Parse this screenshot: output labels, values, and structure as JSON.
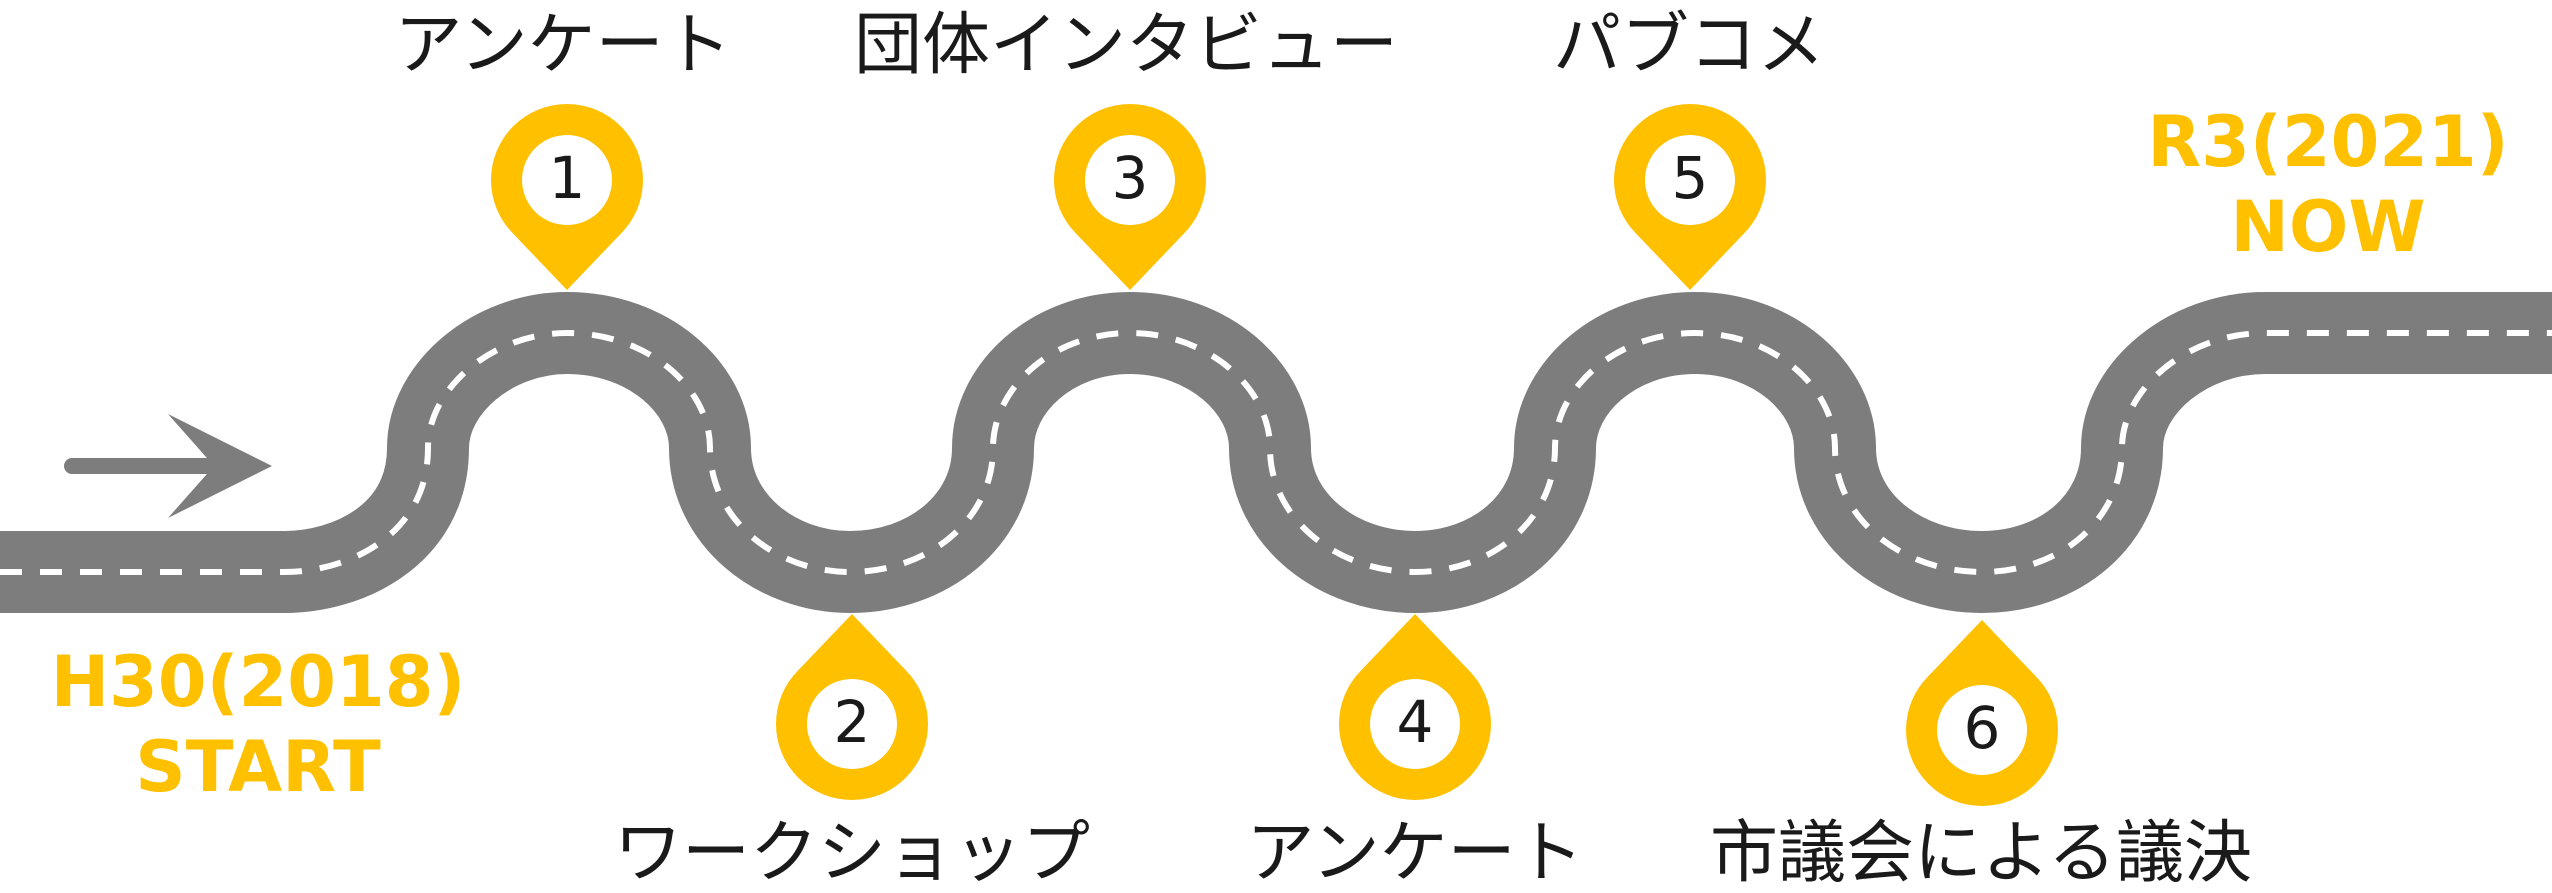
{
  "colors": {
    "road": "#7d7d7d",
    "lane_marking": "#ffffff",
    "pin": "#ffc000",
    "pin_inner": "#ffffff",
    "pin_number": "#1a1a1a",
    "arrow": "#7d7d7d",
    "label": "#1a1a1a",
    "endpoint_label": "#ffc000"
  },
  "start": {
    "era": "H30(2018)",
    "status": "START"
  },
  "end": {
    "era": "R3(2021)",
    "status": "NOW"
  },
  "steps": [
    {
      "number": "1",
      "label": "アンケート"
    },
    {
      "number": "2",
      "label": "ワークショップ"
    },
    {
      "number": "3",
      "label": "団体インタビュー"
    },
    {
      "number": "4",
      "label": "アンケート"
    },
    {
      "number": "5",
      "label": "パブコメ"
    },
    {
      "number": "6",
      "label": "市議会による議決"
    }
  ],
  "icons": {
    "direction": "right-arrow-icon",
    "step_marker": "map-pin-icon"
  }
}
